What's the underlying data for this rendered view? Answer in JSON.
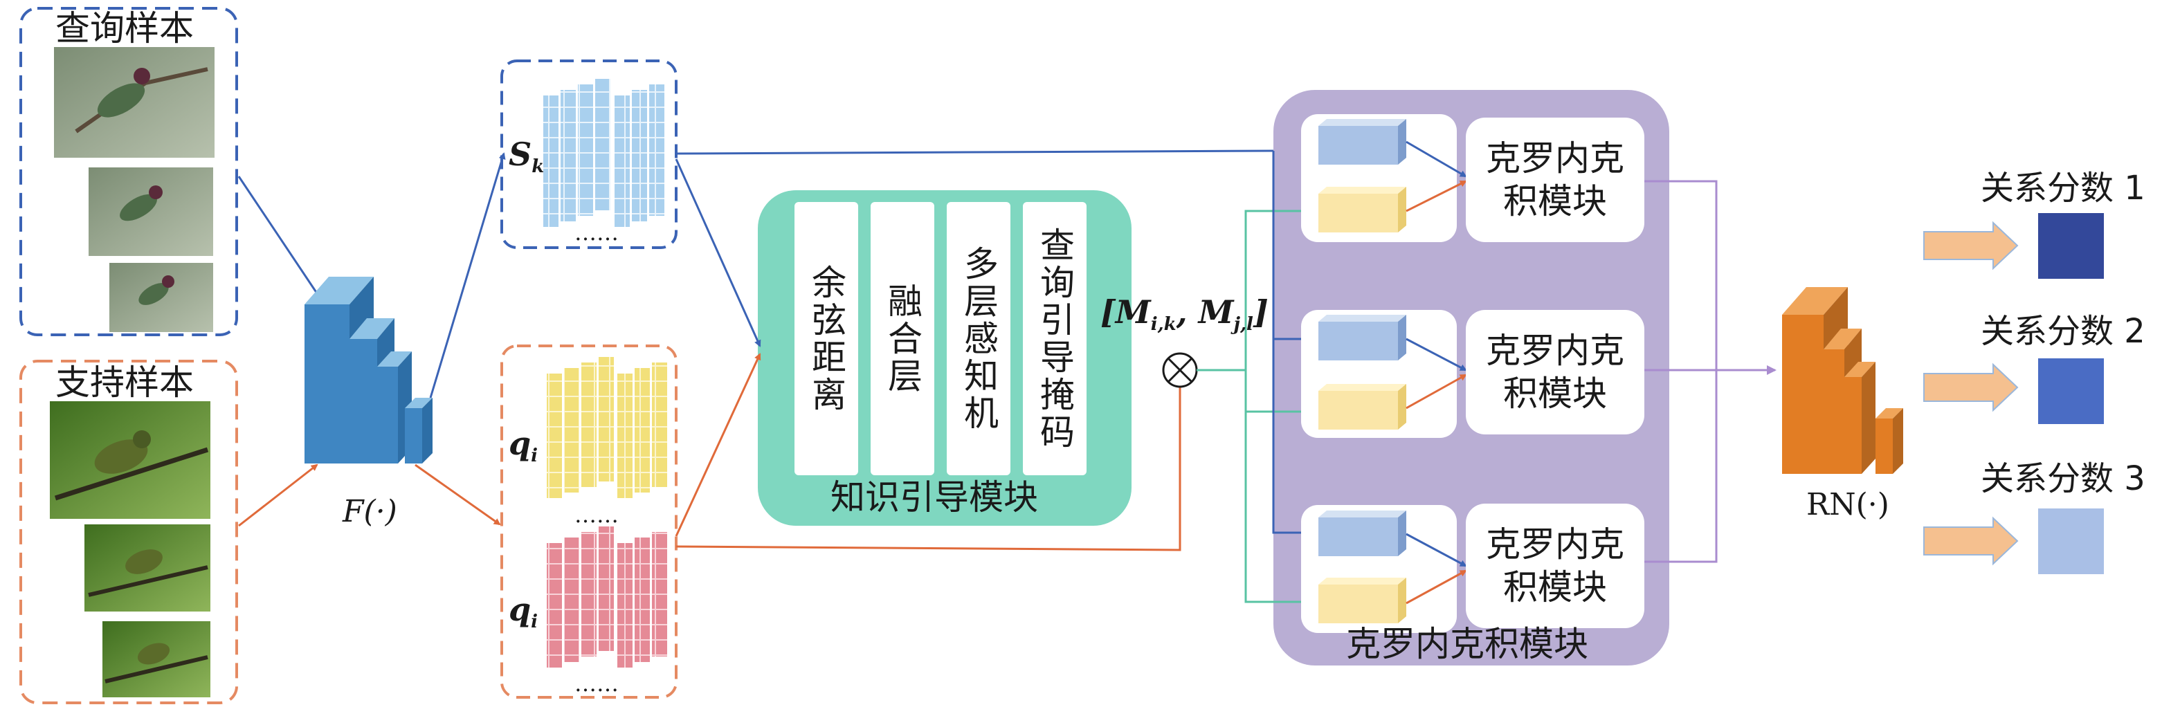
{
  "query_group": {
    "title": "查询样本"
  },
  "support_group": {
    "title": "支持样本"
  },
  "embedding": {
    "label": "F(·)"
  },
  "features": {
    "s_label": "S",
    "s_sub": "k",
    "q_label": "q",
    "q_sub": "i",
    "ellipsis": "……"
  },
  "knowledge_module": {
    "title": "知识引导模块",
    "columns": [
      "余弦距离",
      "融合层",
      "多层感知机",
      "查询引导掩码"
    ]
  },
  "mask_label": {
    "text": "[M",
    "sub1": "i,k",
    "mid": ", M",
    "sub2": "j,l",
    "end": "]"
  },
  "kron_module": {
    "title": "克罗内克积模块",
    "blocks": [
      "克罗内克积模块",
      "克罗内克积模块",
      "克罗内克积模块"
    ]
  },
  "relation_net": {
    "label": "RN(·)"
  },
  "scores": [
    {
      "label": "关系分数 1"
    },
    {
      "label": "关系分数 2"
    },
    {
      "label": "关系分数 3"
    }
  ],
  "colors": {
    "blue_dash": "#3b63b5",
    "orange_dash": "#e58a62",
    "teal": "#7fd7c0",
    "purple": "#b9aed4",
    "score1": "#33489a",
    "score2": "#4a6cc4",
    "score3": "#a9bfe6"
  }
}
